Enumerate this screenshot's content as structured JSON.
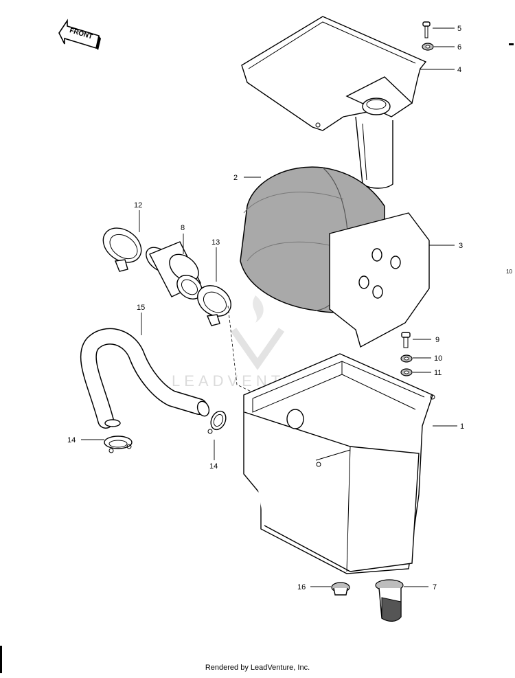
{
  "front_badge": {
    "label": "FRONT"
  },
  "watermark": {
    "text": "LEADVENTURE"
  },
  "edge_mark": "10",
  "footer": {
    "text": "Rendered by LeadVenture, Inc."
  },
  "callouts": [
    {
      "id": "1",
      "label": "1"
    },
    {
      "id": "2",
      "label": "2"
    },
    {
      "id": "3",
      "label": "3"
    },
    {
      "id": "4",
      "label": "4"
    },
    {
      "id": "5",
      "label": "5"
    },
    {
      "id": "6",
      "label": "6"
    },
    {
      "id": "7",
      "label": "7"
    },
    {
      "id": "8",
      "label": "8"
    },
    {
      "id": "9",
      "label": "9"
    },
    {
      "id": "10",
      "label": "10"
    },
    {
      "id": "11",
      "label": "11"
    },
    {
      "id": "12",
      "label": "12"
    },
    {
      "id": "13",
      "label": "13"
    },
    {
      "id": "14a",
      "label": "14"
    },
    {
      "id": "14b",
      "label": "14"
    },
    {
      "id": "15",
      "label": "15"
    },
    {
      "id": "16",
      "label": "16"
    }
  ]
}
